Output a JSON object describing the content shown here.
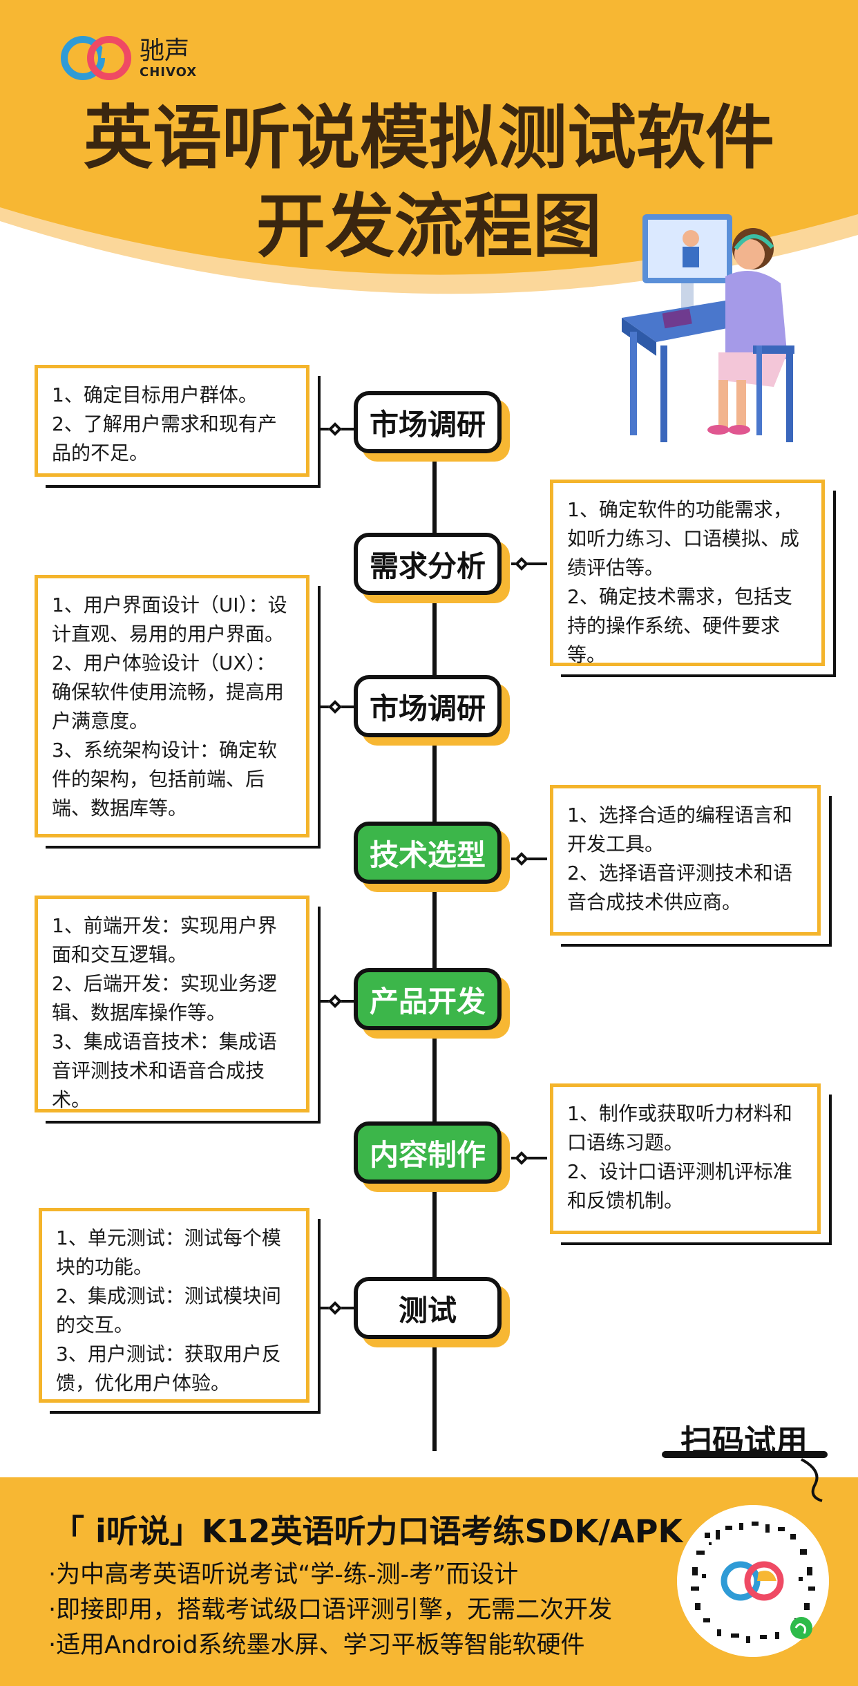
{
  "brand": {
    "cn": "驰声",
    "en": "CHIVOX"
  },
  "title_lines": [
    "英语听说模拟测试软件",
    "开发流程图"
  ],
  "colors": {
    "accent": "#f7b733",
    "green": "#3cb64a",
    "border": "#f4b42b"
  },
  "steps": [
    {
      "label": "市场调研",
      "style": "white",
      "notes": [
        "1、确定目标用户群体。",
        "2、了解用户需求和现有产品的不足。"
      ]
    },
    {
      "label": "需求分析",
      "style": "white",
      "notes": [
        "1、确定软件的功能需求，如听力练习、口语模拟、成绩评估等。",
        "2、确定技术需求，包括支持的操作系统、硬件要求等。"
      ]
    },
    {
      "label": "市场调研",
      "style": "white",
      "notes": [
        "1、用户界面设计（UI）：设计直观、易用的用户界面。",
        "2、用户体验设计（UX）：确保软件使用流畅，提高用户满意度。",
        "3、系统架构设计：确定软件的架构，包括前端、后端、数据库等。"
      ]
    },
    {
      "label": "技术选型",
      "style": "green",
      "notes": [
        "1、选择合适的编程语言和开发工具。",
        "2、选择语音评测技术和语音合成技术供应商。"
      ]
    },
    {
      "label": "产品开发",
      "style": "green",
      "notes": [
        "1、前端开发：实现用户界面和交互逻辑。",
        "2、后端开发：实现业务逻辑、数据库操作等。",
        "3、集成语音技术：集成语音评测技术和语音合成技术。"
      ]
    },
    {
      "label": "内容制作",
      "style": "green",
      "notes": [
        "1、制作或获取听力材料和口语练习题。",
        "2、设计口语评测机评标准和反馈机制。"
      ]
    },
    {
      "label": "测试",
      "style": "white",
      "notes": [
        "1、单元测试：测试每个模块的功能。",
        "2、集成测试：测试模块间的交互。",
        "3、用户测试：获取用户反馈，优化用户体验。"
      ]
    }
  ],
  "footer": {
    "title": "「 i听说」K12英语听力口语考练SDK/APK",
    "lines": [
      "·为中高考英语听说考试“学-练-测-考”而设计",
      "·即接即用，搭载考试级口语评测引擎，无需二次开发",
      "·适用Android系统墨水屏、学习平板等智能软硬件"
    ],
    "scan_label": "扫码试用"
  }
}
